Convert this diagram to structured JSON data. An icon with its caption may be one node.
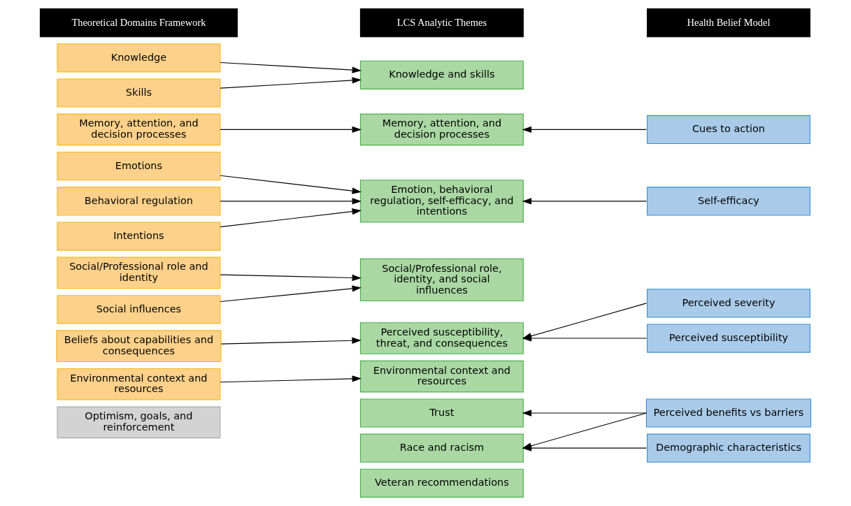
{
  "diagram": {
    "nodes": [
      {
        "text": [
          "Theoretical Domains Framework"
        ]
      },
      {
        "text": [
          "LCS Analytic Themes"
        ]
      },
      {
        "text": [
          "Health Belief Model"
        ]
      },
      {
        "text": [
          "Knowledge"
        ]
      },
      {
        "text": [
          "Skills"
        ]
      },
      {
        "text": [
          "Memory, attention, and decision processes"
        ]
      },
      {
        "text": [
          "Emotions"
        ]
      },
      {
        "text": [
          "Behavioral regulation"
        ]
      },
      {
        "text": [
          "Intentions"
        ]
      },
      {
        "text": [
          "Social/Professional role and identity"
        ]
      },
      {
        "text": [
          "Social influences"
        ]
      },
      {
        "text": [
          "Beliefs about capabilities and consequences"
        ]
      },
      {
        "text": [
          "Environmental context and resources"
        ]
      },
      {
        "text": [
          "Optimism, goals, and reinforcement"
        ]
      },
      {
        "text": [
          "Knowledge and skills"
        ]
      },
      {
        "text": [
          "Memory, attention, and decision processes"
        ]
      },
      {
        "text": [
          "Emotion, behavioral regulation, self-efficacy, and intentions"
        ]
      },
      {
        "text": [
          "Social/Professional role, identity, and social influences"
        ]
      },
      {
        "text": [
          "Perceived susceptibility, threat, and consequences"
        ]
      },
      {
        "text": [
          "Environmental context and resources"
        ]
      },
      {
        "text": [
          "Trust"
        ]
      },
      {
        "text": [
          "Race and racism"
        ]
      },
      {
        "text": [
          "Veteran recommendations"
        ]
      },
      {
        "text": [
          "Cues to action"
        ]
      },
      {
        "text": [
          "Self-efficacy"
        ]
      },
      {
        "text": [
          "Perceived severity"
        ]
      },
      {
        "text": [
          "Perceived susceptibility"
        ]
      },
      {
        "text": [
          "Perceived benefits vs barriers"
        ]
      },
      {
        "text": [
          "Demographic characteristics"
        ]
      }
    ],
    "edges": [
      {
        "from": 3,
        "to": 14,
        "arrow": "to"
      },
      {
        "from": 4,
        "to": 14,
        "arrow": "to"
      },
      {
        "from": 5,
        "to": 15,
        "arrow": "to"
      },
      {
        "from": 6,
        "to": 16,
        "arrow": "to"
      },
      {
        "from": 7,
        "to": 16,
        "arrow": "to"
      },
      {
        "from": 8,
        "to": 16,
        "arrow": "to"
      },
      {
        "from": 9,
        "to": 17,
        "arrow": "to"
      },
      {
        "from": 10,
        "to": 17,
        "arrow": "to"
      },
      {
        "from": 11,
        "to": 18,
        "arrow": "to"
      },
      {
        "from": 12,
        "to": 19,
        "arrow": "to"
      },
      {
        "from": 23,
        "to": 15,
        "arrow": "to"
      },
      {
        "from": 24,
        "to": 16,
        "arrow": "to"
      },
      {
        "from": 25,
        "to": 18,
        "arrow": "to"
      },
      {
        "from": 26,
        "to": 18,
        "arrow": "to"
      },
      {
        "from": 27,
        "to": 20,
        "arrow": "to"
      },
      {
        "from": 27,
        "to": 21,
        "arrow": "to"
      },
      {
        "from": 28,
        "to": 21,
        "arrow": "to"
      }
    ]
  }
}
